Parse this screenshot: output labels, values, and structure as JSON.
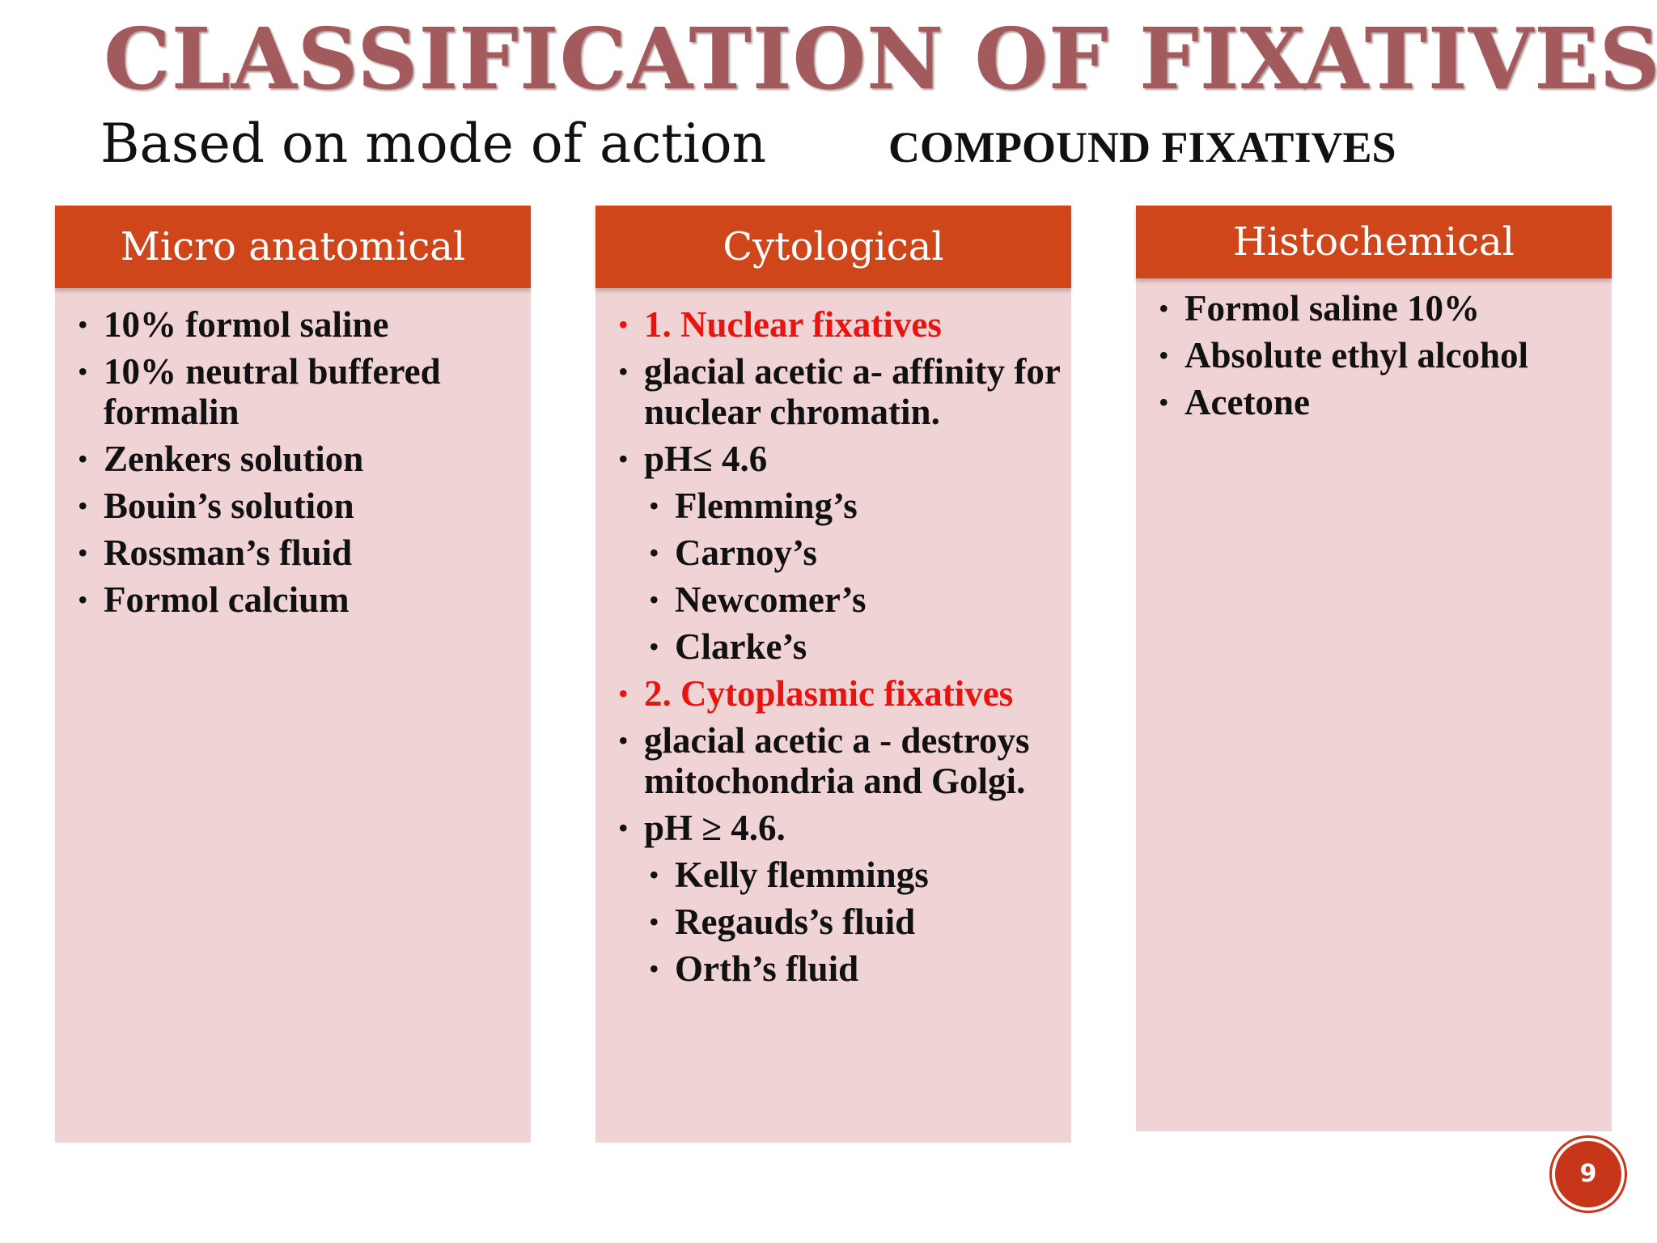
{
  "title": "CLASSIFICATION OF FIXATIVES",
  "subtitle": "Based on mode of action",
  "compound_label": "COMPOUND FIXATIVES",
  "columns": [
    {
      "header": "Micro anatomical",
      "items": [
        {
          "text": "10% formol saline",
          "level": 1,
          "emphasis": false
        },
        {
          "text": "10% neutral buffered formalin",
          "level": 1,
          "emphasis": false
        },
        {
          "text": "Zenkers solution",
          "level": 1,
          "emphasis": false
        },
        {
          "text": "Bouin’s solution",
          "level": 1,
          "emphasis": false
        },
        {
          "text": "Rossman’s fluid",
          "level": 1,
          "emphasis": false
        },
        {
          "text": "Formol calcium",
          "level": 1,
          "emphasis": false
        }
      ]
    },
    {
      "header": "Cytological",
      "items": [
        {
          "text": "1. Nuclear fixatives",
          "level": 1,
          "emphasis": true
        },
        {
          "text": " glacial acetic a- affinity for nuclear chromatin.",
          "level": 1,
          "emphasis": false
        },
        {
          "text": " pH≤ 4.6",
          "level": 1,
          "emphasis": false
        },
        {
          "text": "Flemming’s",
          "level": 2,
          "emphasis": false
        },
        {
          "text": "Carnoy’s",
          "level": 2,
          "emphasis": false
        },
        {
          "text": "Newcomer’s",
          "level": 2,
          "emphasis": false
        },
        {
          "text": "Clarke’s",
          "level": 2,
          "emphasis": false
        },
        {
          "text": "2. Cytoplasmic fixatives",
          "level": 1,
          "emphasis": true
        },
        {
          "text": " glacial acetic a - destroys mitochondria and Golgi.",
          "level": 1,
          "emphasis": false
        },
        {
          "text": "  pH ≥ 4.6.",
          "level": 1,
          "emphasis": false
        },
        {
          "text": "Kelly flemmings",
          "level": 2,
          "emphasis": false
        },
        {
          "text": "Regauds’s fluid",
          "level": 2,
          "emphasis": false
        },
        {
          "text": "Orth’s fluid",
          "level": 2,
          "emphasis": false
        }
      ]
    },
    {
      "header": "Histochemical",
      "items": [
        {
          "text": "Formol saline 10%",
          "level": 1,
          "emphasis": false
        },
        {
          "text": "Absolute ethyl alcohol",
          "level": 1,
          "emphasis": false
        },
        {
          "text": "Acetone",
          "level": 1,
          "emphasis": false
        }
      ]
    }
  ],
  "page_number": "9",
  "colors": {
    "title": "#a35a5c",
    "header_bg": "#d0461b",
    "column_bg": "#f0d3d5",
    "emphasis_text": "#e8140f",
    "badge_bg": "#c8361a"
  }
}
